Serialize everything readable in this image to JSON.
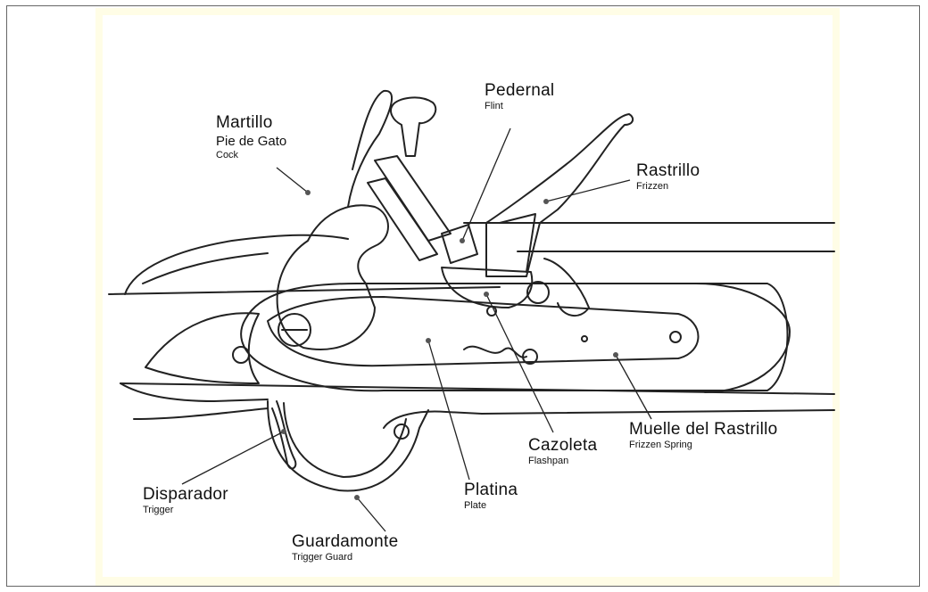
{
  "colors": {
    "panel_bg": "#fffde6",
    "line": "#222222",
    "leader_dot": "#555555"
  },
  "labels": {
    "pedernal": {
      "es": "Pedernal",
      "en": "Flint"
    },
    "martillo": {
      "es": "Martillo",
      "es2": "Pie de Gato",
      "en": "Cock"
    },
    "rastrillo": {
      "es": "Rastrillo",
      "en": "Frizzen"
    },
    "muelle": {
      "es": "Muelle del Rastrillo",
      "en": "Frizzen Spring"
    },
    "cazoleta": {
      "es": "Cazoleta",
      "en": "Flashpan"
    },
    "platina": {
      "es": "Platina",
      "en": "Plate"
    },
    "disparador": {
      "es": "Disparador",
      "en": "Trigger"
    },
    "guardamonte": {
      "es": "Guardamonte",
      "en": "Trigger Guard"
    }
  }
}
